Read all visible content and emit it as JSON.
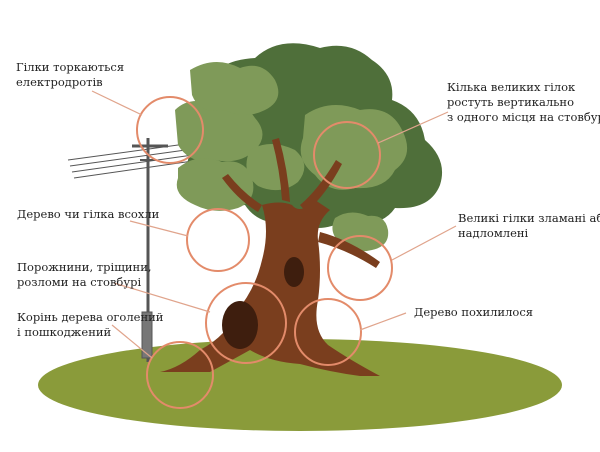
{
  "labels": {
    "wires": [
      "Гілки торкаються",
      "електродротів"
    ],
    "vertical": [
      "Кілька великих гілок",
      "ростуть вертикально",
      "з одного місця на стовбурі"
    ],
    "dry": [
      "Дерево чи гілка всохли"
    ],
    "broken": [
      "Великі гілки зламані або",
      "надломлені"
    ],
    "cavities": [
      "Порожнини, тріщини,",
      "розломи на стовбурі"
    ],
    "leaning": [
      "Дерево похилилося"
    ],
    "roots": [
      "Корінь дерева оголений",
      "і пошкоджений"
    ]
  },
  "colors": {
    "ground": "#8a9b3a",
    "foliage_dark": "#4f6f3a",
    "foliage_light": "#7f9a59",
    "trunk": "#7a3e1e",
    "highlight_circle": "#e38b6a",
    "leader_line": "#e0a48c"
  }
}
